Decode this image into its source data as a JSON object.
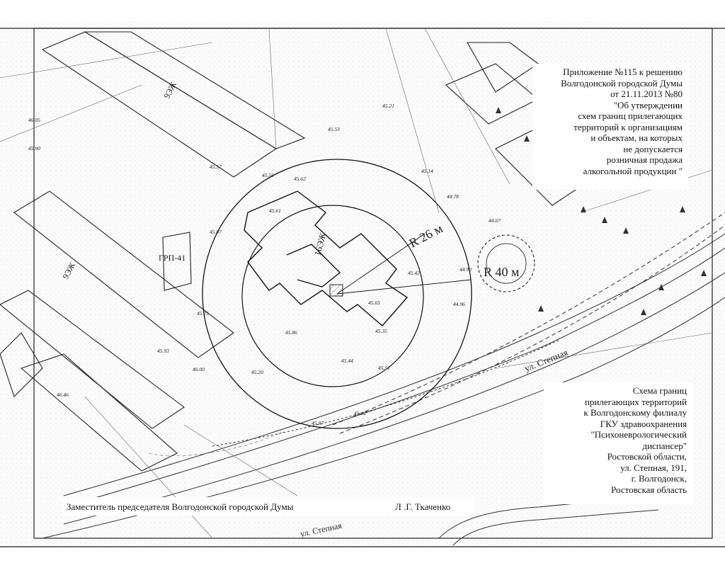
{
  "annex": {
    "lines": [
      "Приложение №115 к решению",
      "Волгодонской городской Думы",
      "от 21.11.2013 №80",
      "\"Об утверждении",
      "схем границ прилегающих",
      "территорий к организациям",
      "и объектам, на которых",
      "не допускается",
      "розничная продажа",
      "алкогольной продукции \""
    ]
  },
  "scheme": {
    "lines": [
      "Схема границ",
      "прилегающих территорий",
      "к Волгодонскому филиалу",
      "ГКУ здравоохранения",
      "\"Психоневрологический",
      "диспансер\"",
      "Ростовской области,",
      "ул. Степная, 191,",
      "г. Волгодонск,",
      "Ростовская область"
    ]
  },
  "signature": {
    "title": "Заместитель председателя Волгодонской городской Думы",
    "name": "Л .Г. Ткаченко"
  },
  "map": {
    "radius_labels": [
      "R 26 м",
      "R 40 м"
    ],
    "building_labels": [
      "16ЭЖ",
      "9ЭЖ",
      "9ЭЖ",
      "ГРП-41"
    ],
    "street_labels": [
      "ул. Степная",
      "ул. Степная"
    ],
    "elevations": [
      "45.93",
      "45.57",
      "45.86",
      "46.00",
      "45.51",
      "45.35",
      "45.65",
      "45.20",
      "45.87",
      "45.12",
      "44.90",
      "44.96",
      "45.53",
      "45.21",
      "45.61",
      "45.42",
      "46.05",
      "45.75",
      "45.87",
      "44.67",
      "45.14",
      "44.78",
      "45.55",
      "46.46",
      "45.44",
      "45.62",
      "45.90"
    ]
  }
}
